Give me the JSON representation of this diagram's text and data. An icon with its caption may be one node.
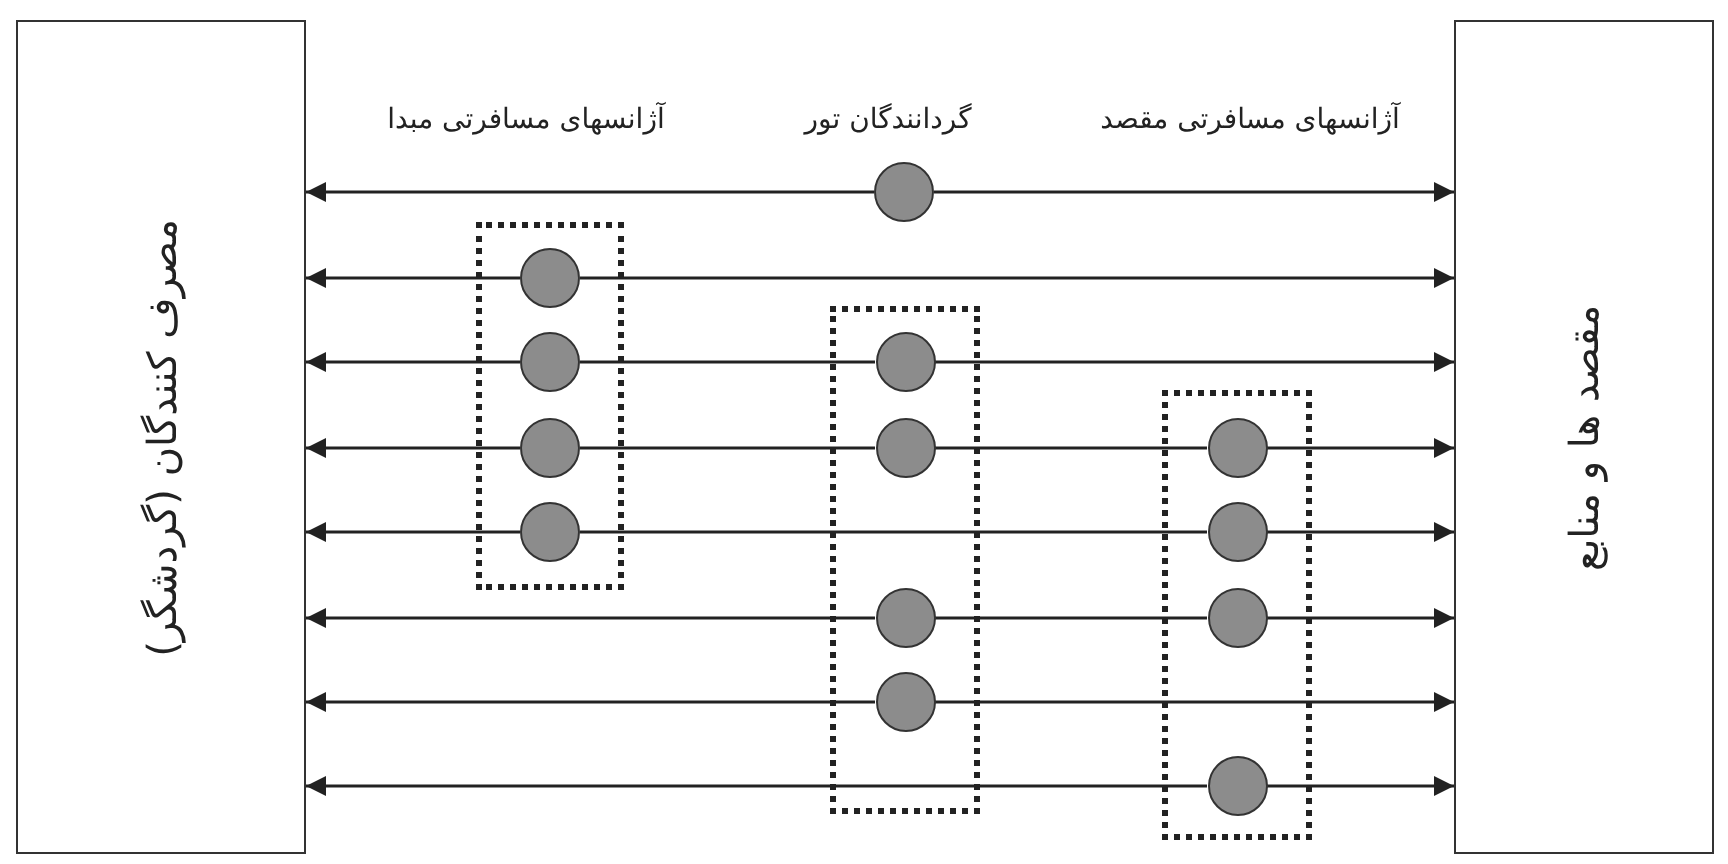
{
  "diagram": {
    "nodes": [
      {
        "text": [
          "مصرف کنندگان (گردشگر)"
        ]
      },
      {
        "text": [
          "مقصد ها و منابع"
        ]
      },
      {
        "text": [],
        "shape": "circle"
      },
      {
        "text": [],
        "shape": "box"
      },
      {
        "text": [],
        "shape": "box"
      },
      {
        "text": [],
        "shape": "box"
      },
      {
        "text": [],
        "shape": "circle",
        "in": 3
      },
      {
        "text": [],
        "shape": "circle",
        "in": 3
      },
      {
        "text": [],
        "shape": "circle",
        "in": 3
      },
      {
        "text": [],
        "shape": "circle",
        "in": 3
      },
      {
        "text": [],
        "shape": "circle",
        "in": 4
      },
      {
        "text": [],
        "shape": "circle",
        "in": 4
      },
      {
        "text": [],
        "shape": "circle",
        "in": 4
      },
      {
        "text": [],
        "shape": "circle",
        "in": 4
      },
      {
        "text": [],
        "shape": "circle",
        "in": 5
      },
      {
        "text": [],
        "shape": "circle",
        "in": 5
      },
      {
        "text": [],
        "shape": "circle",
        "in": 5
      },
      {
        "text": [],
        "shape": "circle",
        "in": 5
      }
    ],
    "edges": [
      {
        "from": 2,
        "to": 0,
        "arrow": "to"
      },
      {
        "from": 2,
        "to": 1,
        "arrow": "to"
      },
      {
        "from": 6,
        "to": 0,
        "arrow": "to"
      },
      {
        "from": 6,
        "to": 1,
        "arrow": "to"
      },
      {
        "from": 7,
        "to": 0,
        "arrow": "to"
      },
      {
        "from": 7,
        "to": 10,
        "arrow": "none"
      },
      {
        "from": 10,
        "to": 1,
        "arrow": "to"
      },
      {
        "from": 8,
        "to": 0,
        "arrow": "to"
      },
      {
        "from": 8,
        "to": 11,
        "arrow": "none"
      },
      {
        "from": 11,
        "to": 14,
        "arrow": "none"
      },
      {
        "from": 14,
        "to": 1,
        "arrow": "to"
      },
      {
        "from": 9,
        "to": 0,
        "arrow": "to"
      },
      {
        "from": 9,
        "to": 15,
        "arrow": "none"
      },
      {
        "from": 15,
        "to": 1,
        "arrow": "to"
      },
      {
        "from": 12,
        "to": 0,
        "arrow": "to"
      },
      {
        "from": 12,
        "to": 16,
        "arrow": "none"
      },
      {
        "from": 16,
        "to": 1,
        "arrow": "to"
      },
      {
        "from": 13,
        "to": 0,
        "arrow": "to"
      },
      {
        "from": 13,
        "to": 1,
        "arrow": "to"
      },
      {
        "from": 17,
        "to": 0,
        "arrow": "to"
      },
      {
        "from": 17,
        "to": 1,
        "arrow": "to"
      }
    ],
    "labels": [
      "آژانسهای مسافرتی مبدا",
      "گردانندگان تور",
      "آژانسهای مسافرتی مقصد"
    ]
  }
}
